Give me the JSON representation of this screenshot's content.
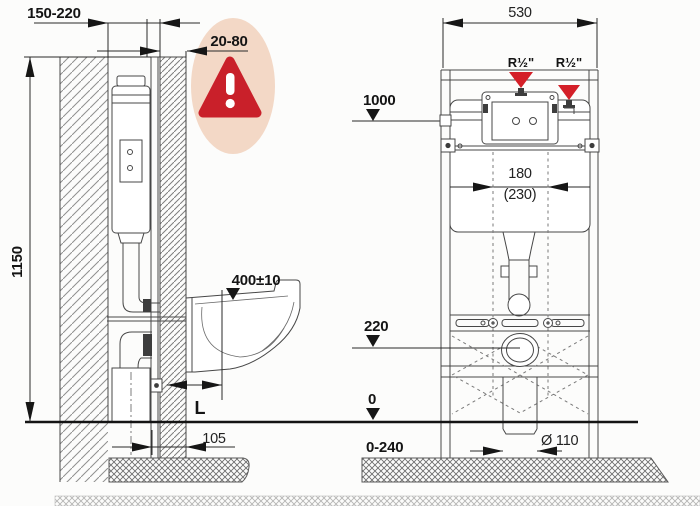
{
  "diagram": {
    "title": "Concealed cistern WC installation frame — dimensioned drawing",
    "colors": {
      "line": "#474747",
      "warning_bg": "#f3d8c6",
      "warning_red": "#c9202a",
      "valve_red": "#d41f28"
    },
    "warning": {
      "mark": "!"
    },
    "side_view": {
      "dims": {
        "wall_to_frame": "150-220",
        "finish_layer": "20-80",
        "frame_height": "1150",
        "bowl_height": "400±10",
        "outlet_length": "L",
        "foot_offset": "105"
      }
    },
    "front_view": {
      "dims": {
        "frame_width": "530",
        "water_left": "R½\"",
        "water_right": "R½\"",
        "supply_height": "1000",
        "bolt_spacing": "180",
        "bolt_spacing_alt": "(230)",
        "outlet_height": "220",
        "floor": "0",
        "leg_adjust": "0-240",
        "drain_dia": "Ø 110"
      }
    }
  }
}
